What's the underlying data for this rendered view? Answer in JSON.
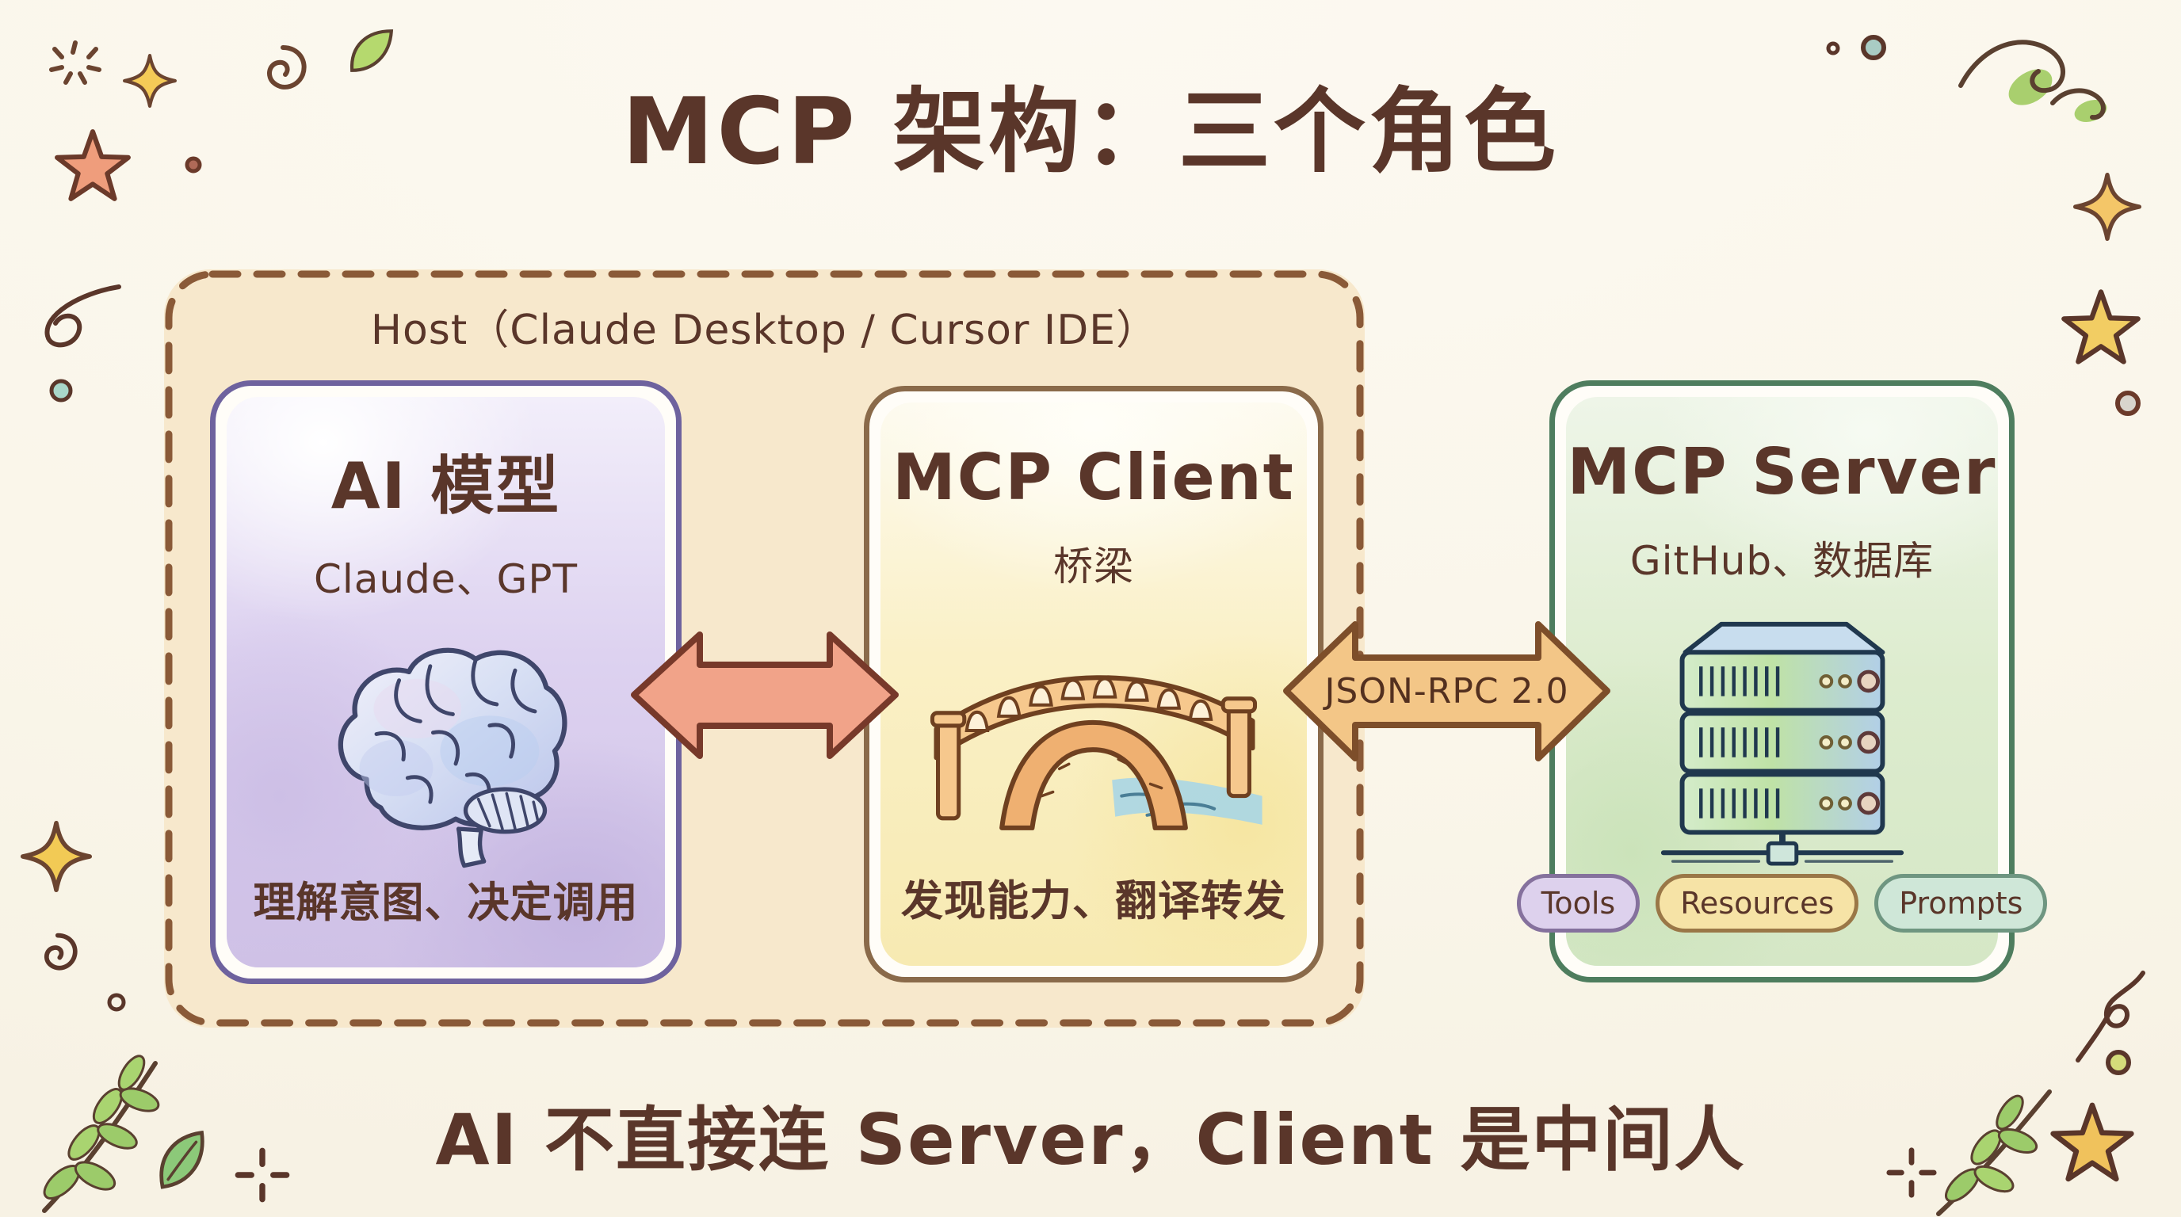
{
  "title": "MCP 架构：三个角色",
  "host": {
    "label": "Host（Claude Desktop / Cursor IDE）"
  },
  "boxes": {
    "ai": {
      "title": "AI 模型",
      "subtitle": "Claude、GPT",
      "caption": "理解意图、决定调用",
      "illustration": "brain-icon"
    },
    "client": {
      "title": "MCP Client",
      "subtitle": "桥梁",
      "caption": "发现能力、翻译转发",
      "illustration": "bridge-icon"
    },
    "server": {
      "title": "MCP Server",
      "subtitle": "GitHub、数据库",
      "illustration": "server-rack-icon",
      "tags": [
        "Tools",
        "Resources",
        "Prompts"
      ]
    }
  },
  "arrows": {
    "client_server_label": "JSON-RPC 2.0"
  },
  "footer": "AI 不直接连 Server，Client 是中间人",
  "colors": {
    "background": "#faf7ee",
    "text_brown": "#5a362a",
    "host_fill": "#f7e8cc",
    "host_border": "#8a5a38",
    "ai_box_border": "#6e629e",
    "ai_box_wash": "#cfc1e6",
    "client_box_border": "#8a6a4a",
    "client_box_wash": "#f7eab2",
    "server_box_border": "#4e7d5e",
    "server_box_wash": "#d5e7c6",
    "arrow_ai_client_fill": "#f1a389",
    "arrow_client_server_fill": "#f3c687",
    "tag_tools_fill": "#ddd1ed",
    "tag_resources_fill": "#f6e3a6",
    "tag_prompts_fill": "#cfe7d8"
  }
}
